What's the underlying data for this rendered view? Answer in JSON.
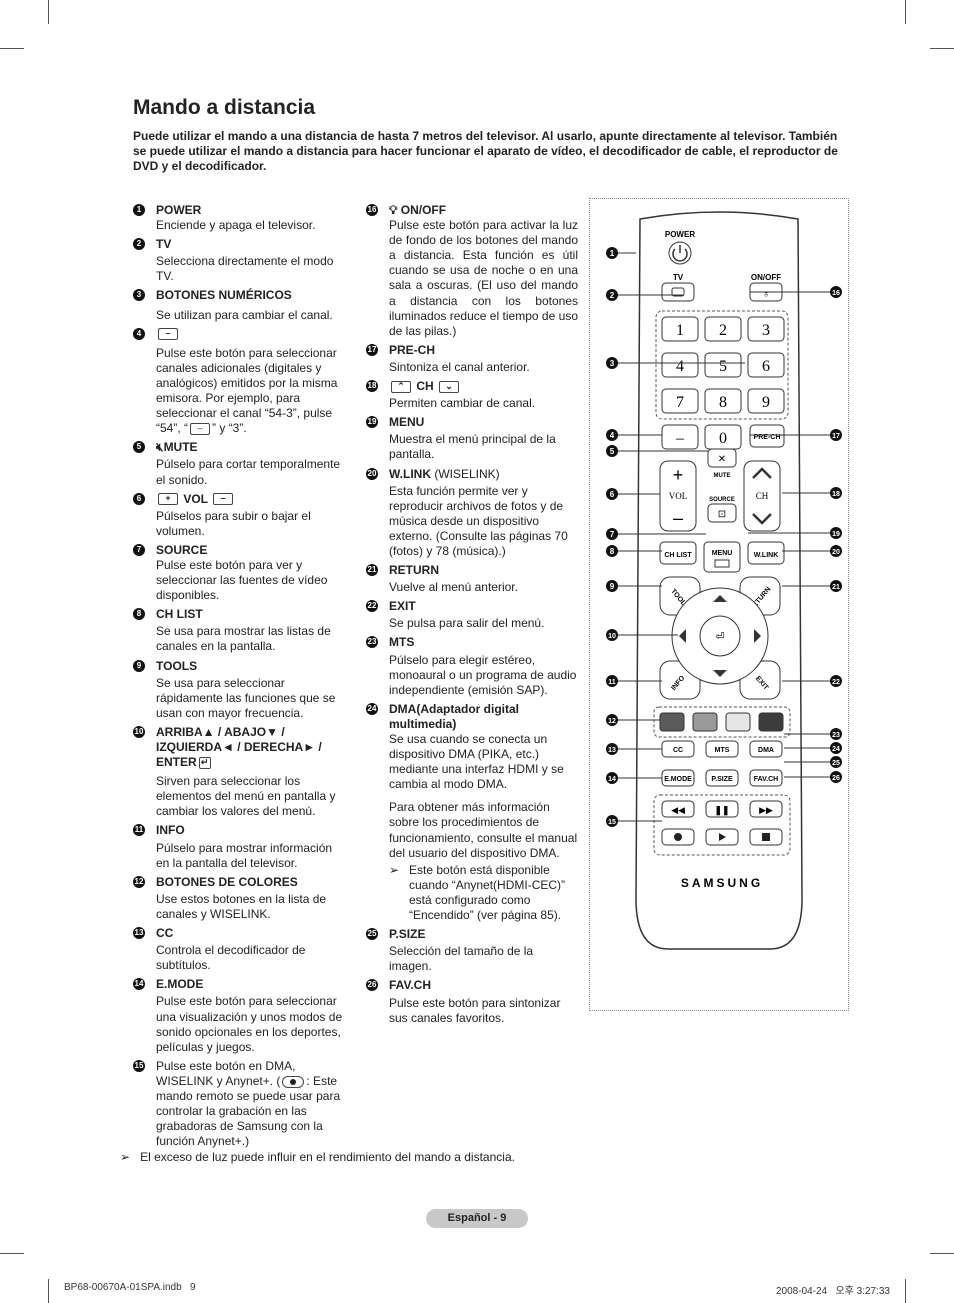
{
  "title": "Mando a distancia",
  "intro": "Puede utilizar el mando a una distancia de hasta 7 metros del televisor. Al usarlo, apunte directamente al televisor. También se puede utilizar el mando a distancia para hacer funcionar el aparato de vídeo, el decodificador de cable, el reproductor de DVD y el decodificador.",
  "items": {
    "i1": {
      "num": "1",
      "label": "POWER",
      "desc": "Enciende y apaga el televisor."
    },
    "i2": {
      "num": "2",
      "label": "TV",
      "desc": "Selecciona directamente el modo TV."
    },
    "i3": {
      "num": "3",
      "label": "BOTONES NUMÉRICOS",
      "desc": "Se utilizan para cambiar el canal."
    },
    "i4": {
      "num": "4",
      "desc_a": "Pulse este botón para seleccionar canales adicionales (digitales y analógicos) emitidos por la misma emisora. Por ejemplo, para seleccionar el canal “54-3”, pulse “54”, “",
      "desc_b": "” y “3”."
    },
    "i5": {
      "num": "5",
      "label": "MUTE",
      "desc": "Púlselo para cortar temporalmente el sonido."
    },
    "i6": {
      "num": "6",
      "label": "VOL",
      "desc": "Púlselos para subir o bajar el volumen."
    },
    "i7": {
      "num": "7",
      "label": "SOURCE",
      "desc": "Pulse este botón para ver y seleccionar las fuentes de vídeo disponibles."
    },
    "i8": {
      "num": "8",
      "label": "CH LIST",
      "desc": "Se usa para mostrar las listas de canales en la pantalla."
    },
    "i9": {
      "num": "9",
      "label": "TOOLS",
      "desc": "Se usa para seleccionar rápidamente las funciones que se usan con mayor frecuencia."
    },
    "i10": {
      "num": "10",
      "label": "ARRIBA▲ / ABAJO▼ / IZQUIERDA◄ / DERECHA► / ENTER",
      "desc": "Sirven para seleccionar los elementos del menú en pantalla y cambiar los valores del menú."
    },
    "i11": {
      "num": "11",
      "label": "INFO",
      "desc": "Púlselo para mostrar información en la pantalla del televisor."
    },
    "i12": {
      "num": "12",
      "label": "BOTONES DE COLORES",
      "desc": "Use estos botones en la lista de canales y WISELINK."
    },
    "i13": {
      "num": "13",
      "label": "CC",
      "desc": "Controla el decodificador de subtítulos."
    },
    "i14": {
      "num": "14",
      "label": "E.MODE",
      "desc": "Pulse este botón para seleccionar una visualización y unos modos de sonido opcionales en los deportes, películas y juegos."
    },
    "i15": {
      "num": "15",
      "desc_a": "Pulse este botón en DMA, WISELINK y Anynet+. (",
      "desc_b": ": Este mando remoto se puede usar para controlar la grabación en las grabadoras de Samsung con la función Anynet+.)"
    },
    "i16": {
      "num": "16",
      "label": "ON/OFF",
      "desc": "Pulse este botón para activar la luz de fondo de los botones del mando a distancia. Esta función es útil cuando se usa de noche o en una sala a oscuras. (El uso del mando a distancia con los botones iluminados reduce el tiempo de uso de las pilas.)"
    },
    "i17": {
      "num": "17",
      "label": "PRE-CH",
      "desc": "Sintoniza el canal anterior."
    },
    "i18": {
      "num": "18",
      "label": "CH",
      "desc": "Permiten cambiar de canal."
    },
    "i19": {
      "num": "19",
      "label": "MENU",
      "desc": "Muestra el menú principal de la pantalla."
    },
    "i20": {
      "num": "20",
      "label": "W.LINK",
      "label_extra": " (WISELINK)",
      "desc": "Esta función permite ver y reproducir archivos de fotos y de música desde un dispositivo externo. (Consulte las páginas 70 (fotos) y 78 (música).)"
    },
    "i21": {
      "num": "21",
      "label": "RETURN",
      "desc": "Vuelve al menú anterior."
    },
    "i22": {
      "num": "22",
      "label": "EXIT",
      "desc": "Se pulsa para salir del menú."
    },
    "i23": {
      "num": "23",
      "label": "MTS",
      "desc": "Púlselo para elegir estéreo, monoaural o un programa de audio independiente (emisión SAP)."
    },
    "i24": {
      "num": "24",
      "label": "DMA(Adaptador digital multimedia)",
      "desc": "Se usa cuando se conecta un dispositivo DMA (PIKA, etc.) mediante una interfaz HDMI y se cambia al modo DMA.",
      "desc2": "Para obtener más información sobre los procedimientos de funcionamiento, consulte el manual del usuario del dispositivo DMA.",
      "note": "Este botón está disponible cuando “Anynet(HDMI-CEC)” está configurado como “Encendido” (ver página 85)."
    },
    "i25": {
      "num": "25",
      "label": "P.SIZE",
      "desc": "Selección del tamaño de la imagen."
    },
    "i26": {
      "num": "26",
      "label": "FAV.CH",
      "desc": "Pulse este botón para sintonizar sus canales favoritos."
    }
  },
  "remote": {
    "power": "POWER",
    "tv": "TV",
    "onoff": "ON/OFF",
    "digits": [
      "1",
      "2",
      "3",
      "4",
      "5",
      "6",
      "7",
      "8",
      "9",
      "–",
      "0"
    ],
    "prech": "PRE-CH",
    "mute": "MUTE",
    "source": "SOURCE",
    "vol": "VOL",
    "ch": "CH",
    "chlist": "CH LIST",
    "menu": "MENU",
    "wlink": "W.LINK",
    "tools": "TOOLS",
    "return": "RETURN",
    "info": "INFO",
    "exit": "EXIT",
    "cc": "CC",
    "mts": "MTS",
    "dma": "DMA",
    "emode": "E.MODE",
    "psize": "P.SIZE",
    "favch": "FAV.CH",
    "brand": "SAMSUNG",
    "callouts_left": [
      "1",
      "2",
      "3",
      "4",
      "5",
      "6",
      "7",
      "8",
      "9",
      "10",
      "11",
      "12",
      "13",
      "14",
      "15"
    ],
    "callouts_right": [
      "16",
      "17",
      "18",
      "19",
      "20",
      "21",
      "22",
      "23",
      "24",
      "25",
      "26"
    ],
    "colors": {
      "red": "#5a5a5a",
      "green": "#9a9a9a",
      "yellow": "#e6e6e6",
      "blue": "#3c3c3c"
    }
  },
  "footnote": {
    "arrow": "➢",
    "text": "El exceso de luz puede influir en el rendimiento del mando a distancia."
  },
  "page_label": "Español - 9",
  "file_info": "BP68-00670A-01SPA.indb   9",
  "file_date": "2008-04-24   오후 3:27:33"
}
